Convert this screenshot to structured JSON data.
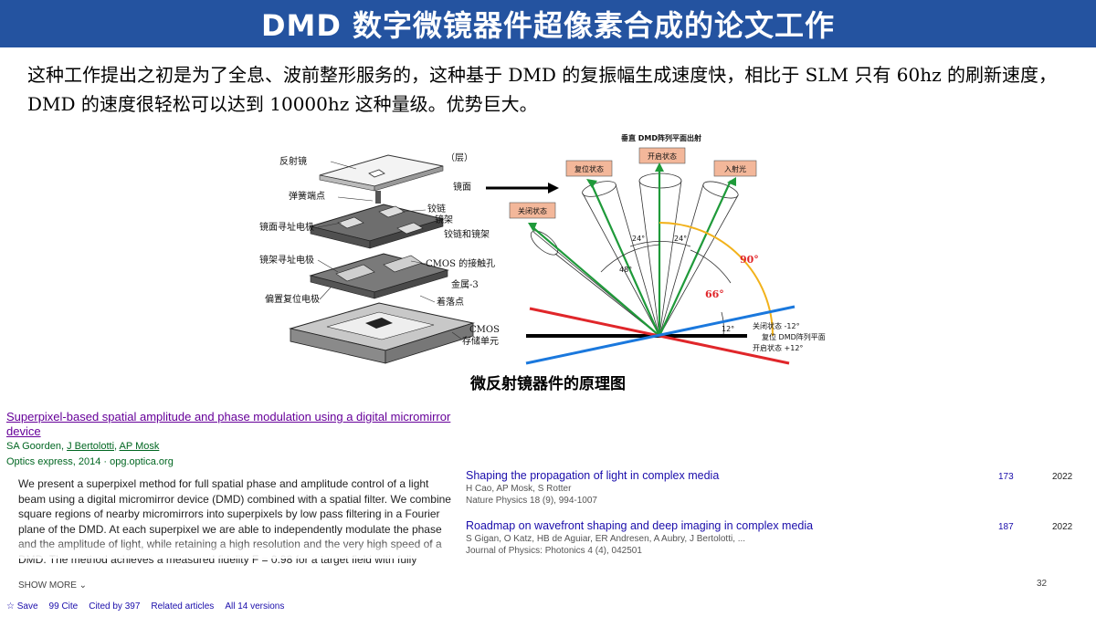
{
  "slide": {
    "title": "DMD 数字微镜器件超像素合成的论文工作",
    "intro": "这种工作提出之初是为了全息、波前整形服务的，这种基于 DMD 的复振幅生成速度快，相比于 SLM 只有 60hz 的刷新速度，DMD 的速度很轻松可以达到 10000hz 这种量级。优势巨大。",
    "figure_caption": "微反射镜器件的原理图",
    "page_number": "32"
  },
  "figure": {
    "left_labels": [
      "反射镜",
      "弹簧端点",
      "镜面寻址电极",
      "镜架寻址电极",
      "偏置复位电极",
      "铰链",
      "镜架",
      "铰链和镜架",
      "CMOS 的接触孔",
      "金属-3",
      "着落点",
      "CMOS",
      "存储单元"
    ],
    "layer_label": "（层）",
    "mirror_label": "镜面",
    "right_top_label": "垂直 DMD阵列平面出射",
    "state_boxes": [
      "复位状态",
      "开启状态",
      "入射光",
      "关闭状态"
    ],
    "angles": [
      "24°",
      "24°",
      "48°",
      "90°",
      "66°",
      "12°"
    ],
    "plane_labels": [
      "关闭状态 -12°",
      "复位 DMD阵列平面",
      "开启状态 +12°"
    ],
    "colors": {
      "box_fill": "#f3b79a",
      "green": "#1f9a3a",
      "red": "#e0262a",
      "blue": "#1a78dd",
      "orange": "#f2b21b"
    }
  },
  "scholar": {
    "title": "Superpixel-based spatial amplitude and phase modulation using a digital micromirror device",
    "authors": [
      {
        "name": "SA Goorden",
        "link": false
      },
      {
        "name": "J Bertolotti",
        "link": true
      },
      {
        "name": "AP Mosk",
        "link": true
      }
    ],
    "venue": "Optics express, 2014 · opg.optica.org",
    "abstract": "We present a superpixel method for full spatial phase and amplitude control of a light beam using a digital micromirror device (DMD) combined with a spatial filter. We combine square regions of nearby micromirrors into superpixels by low pass filtering in a Fourier plane of the DMD. At each superpixel we are able to independently modulate the phase and the amplitude of light, while retaining a high resolution and the very high speed of a DMD. The method achieves a measured fidelity F = 0.98 for a target field with fully",
    "show_more": "SHOW MORE ⌄",
    "actions": [
      "☆ Save",
      "99 Cite",
      "Cited by 397",
      "Related articles",
      "All 14 versions"
    ]
  },
  "citing_papers": [
    {
      "title": "Shaping the propagation of light in complex media",
      "authors": "H Cao, AP Mosk, S Rotter",
      "journal": "Nature Physics 18 (9), 994-1007",
      "cited": "173",
      "year": "2022"
    },
    {
      "title": "Roadmap on wavefront shaping and deep imaging in complex media",
      "authors": "S Gigan, O Katz, HB de Aguiar, ER Andresen, A Aubry, J Bertolotti, ...",
      "journal": "Journal of Physics: Photonics 4 (4), 042501",
      "cited": "187",
      "year": "2022"
    }
  ]
}
